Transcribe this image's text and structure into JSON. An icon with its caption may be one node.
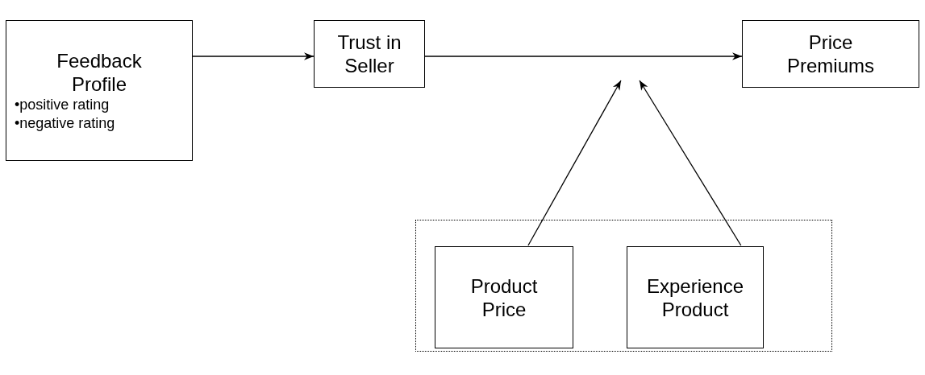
{
  "diagram": {
    "nodes": [
      {
        "text": [
          "Feedback Profile",
          "•positive rating",
          "•negative rating"
        ]
      },
      {
        "text": [
          "Trust in Seller"
        ]
      },
      {
        "text": [
          "Price Premiums"
        ]
      },
      {
        "text": [],
        "shape": "box"
      },
      {
        "text": [
          "Product Price"
        ],
        "in": 3
      },
      {
        "text": [
          "Experience Product"
        ],
        "in": 3
      }
    ],
    "edges": [
      {
        "from": 0,
        "to": 1,
        "arrow": "to"
      },
      {
        "from": 1,
        "to": 2,
        "arrow": "to"
      },
      {
        "from": 4,
        "to": null,
        "arrow": "to"
      },
      {
        "from": 5,
        "to": null,
        "arrow": "to"
      }
    ]
  }
}
